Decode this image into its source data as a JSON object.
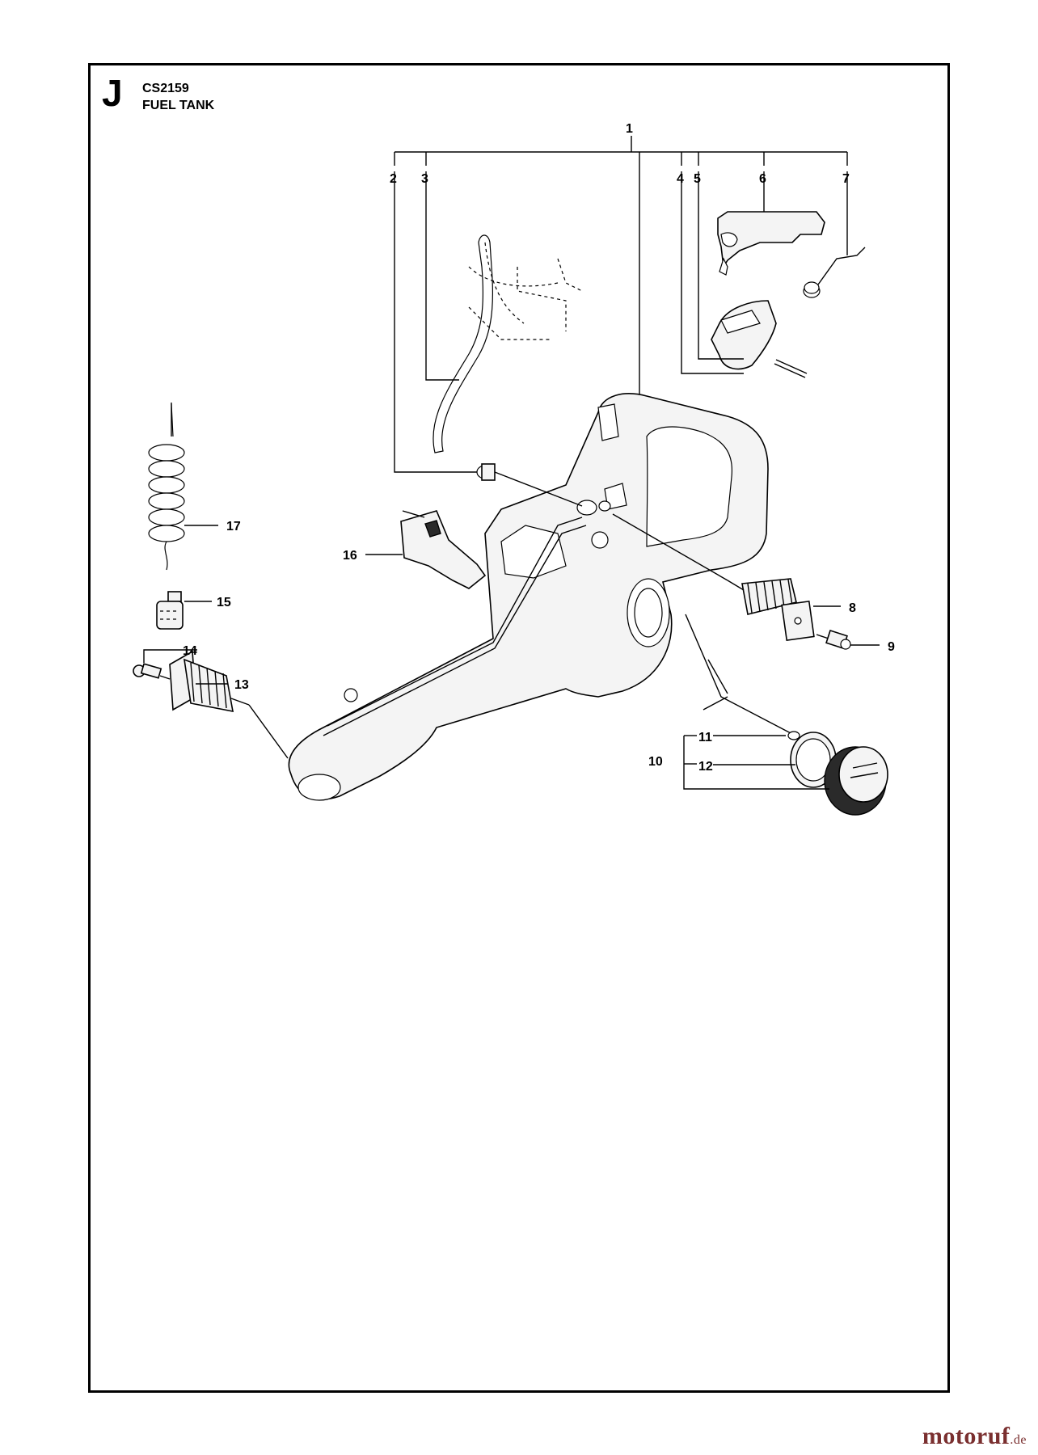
{
  "header": {
    "section_letter": "J",
    "model": "CS2159",
    "title": "FUEL TANK"
  },
  "callouts": [
    "1",
    "2",
    "3",
    "4",
    "5",
    "6",
    "7",
    "8",
    "9",
    "10",
    "11",
    "12",
    "13",
    "14",
    "15",
    "16",
    "17"
  ],
  "watermark": {
    "name": "motoruf",
    "tld": ".de"
  }
}
